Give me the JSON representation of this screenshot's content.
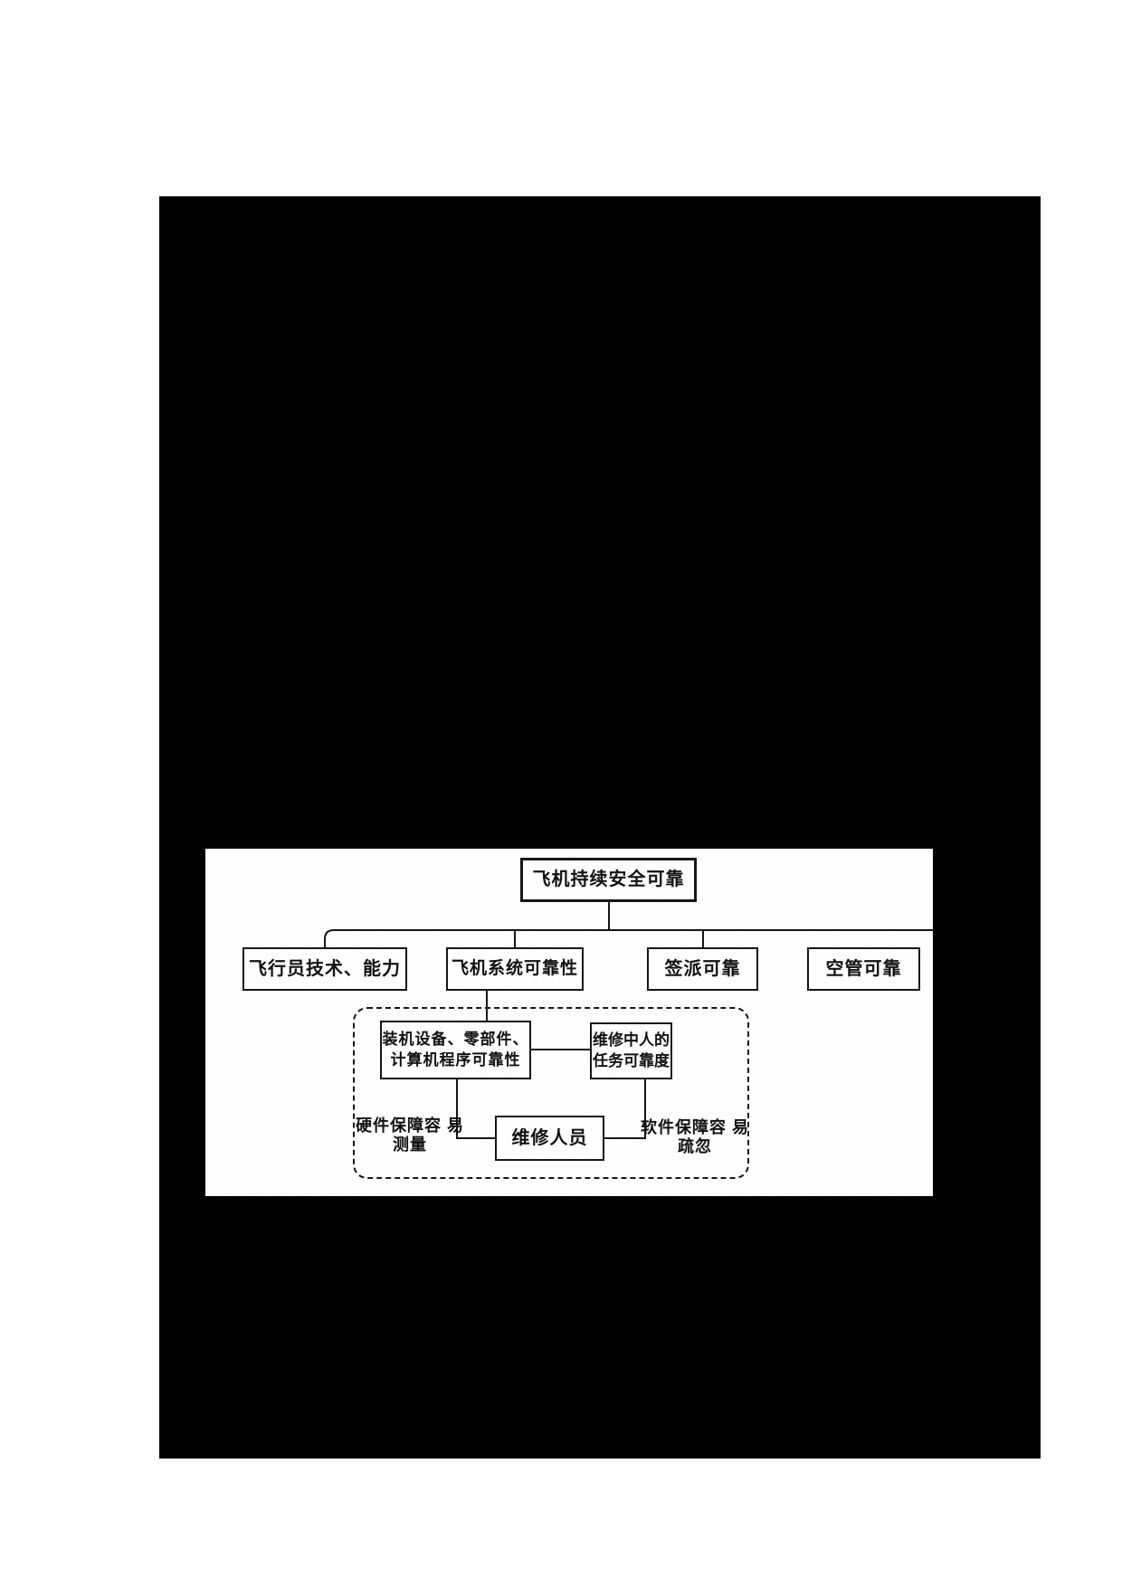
{
  "page": {
    "background_color": "#ffffff",
    "mask_color": "#000000",
    "panel_color": "#fdfdfd",
    "line_color": "#161616"
  },
  "diagram": {
    "type": "flowchart",
    "root": {
      "label": "飞机持续安全可靠"
    },
    "branches": [
      {
        "label": "飞行员技术、能力"
      },
      {
        "label": "飞机系统可靠性"
      },
      {
        "label": "签派可靠"
      },
      {
        "label": "空管可靠"
      }
    ],
    "subsystem_group": {
      "border_style": "dashed",
      "equipment_box": {
        "line1": "装机设备、零部件、",
        "line2": "计算机程序可靠性"
      },
      "task_box": {
        "line1": "维修中人的",
        "line2": "任务可靠度"
      },
      "personnel_box": {
        "label": "维修人员"
      },
      "left_note": {
        "line1": "硬件保障容",
        "line2": "易测量"
      },
      "right_note": {
        "line1": "软件保障容",
        "line2": "易疏忽"
      }
    }
  }
}
